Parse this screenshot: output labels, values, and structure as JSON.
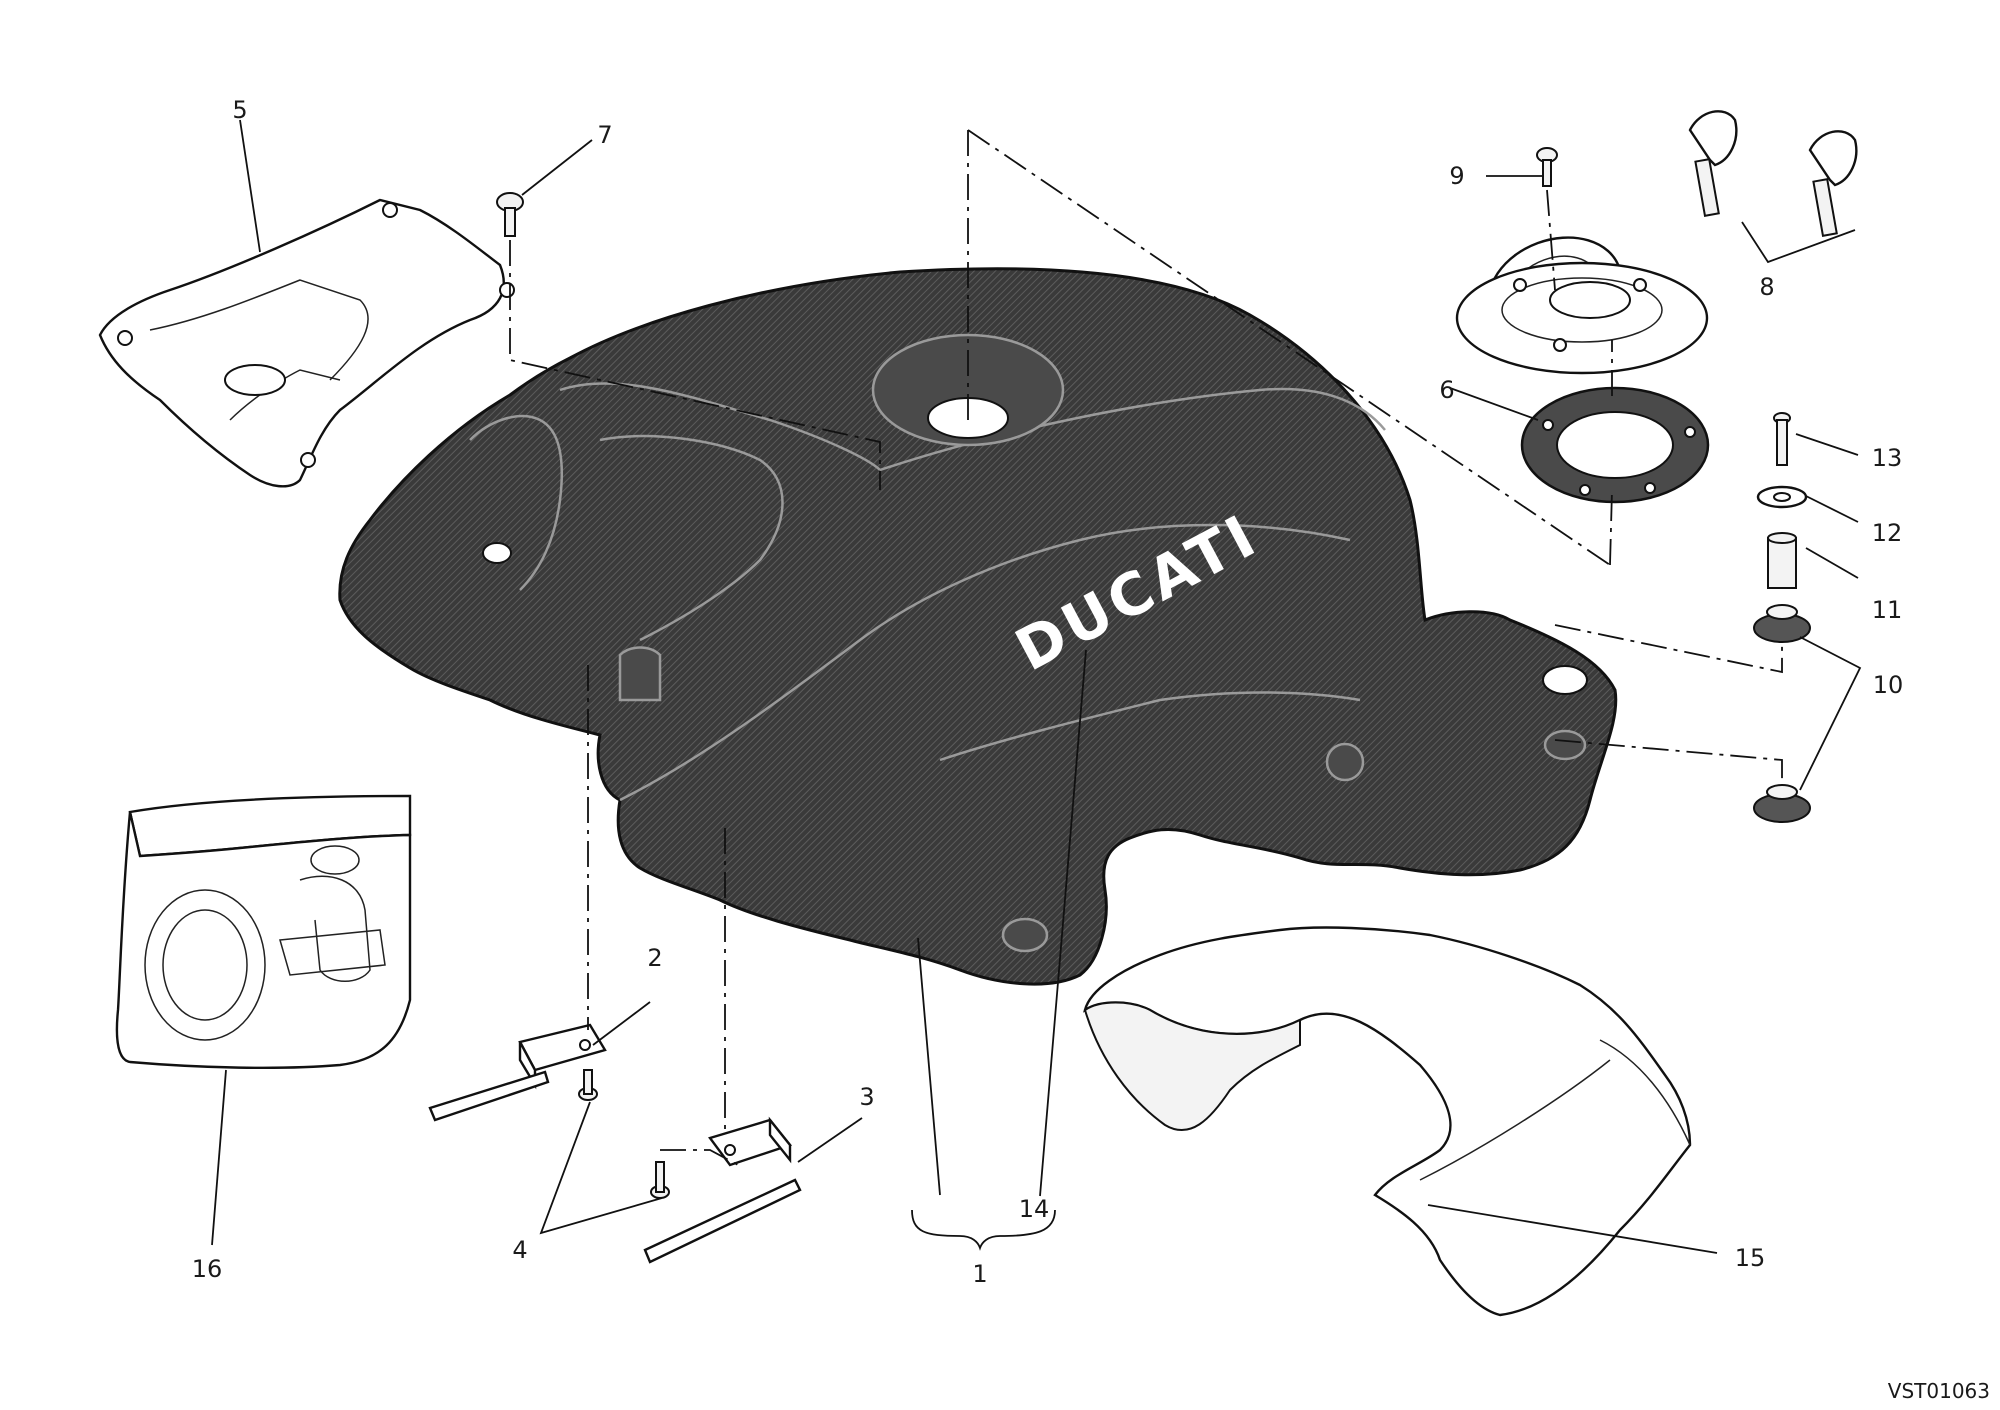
{
  "diagram": {
    "brand_logo": "DUCATI",
    "drawing_code": "VST01063",
    "callouts": [
      {
        "id": "c1",
        "label": "1"
      },
      {
        "id": "c2",
        "label": "2"
      },
      {
        "id": "c3",
        "label": "3"
      },
      {
        "id": "c4",
        "label": "4"
      },
      {
        "id": "c5",
        "label": "5"
      },
      {
        "id": "c6",
        "label": "6"
      },
      {
        "id": "c7",
        "label": "7"
      },
      {
        "id": "c8",
        "label": "8"
      },
      {
        "id": "c9",
        "label": "9"
      },
      {
        "id": "c10",
        "label": "10"
      },
      {
        "id": "c11",
        "label": "11"
      },
      {
        "id": "c12",
        "label": "12"
      },
      {
        "id": "c13",
        "label": "13"
      },
      {
        "id": "c14",
        "label": "14"
      },
      {
        "id": "c15",
        "label": "15"
      },
      {
        "id": "c16",
        "label": "16"
      }
    ]
  }
}
